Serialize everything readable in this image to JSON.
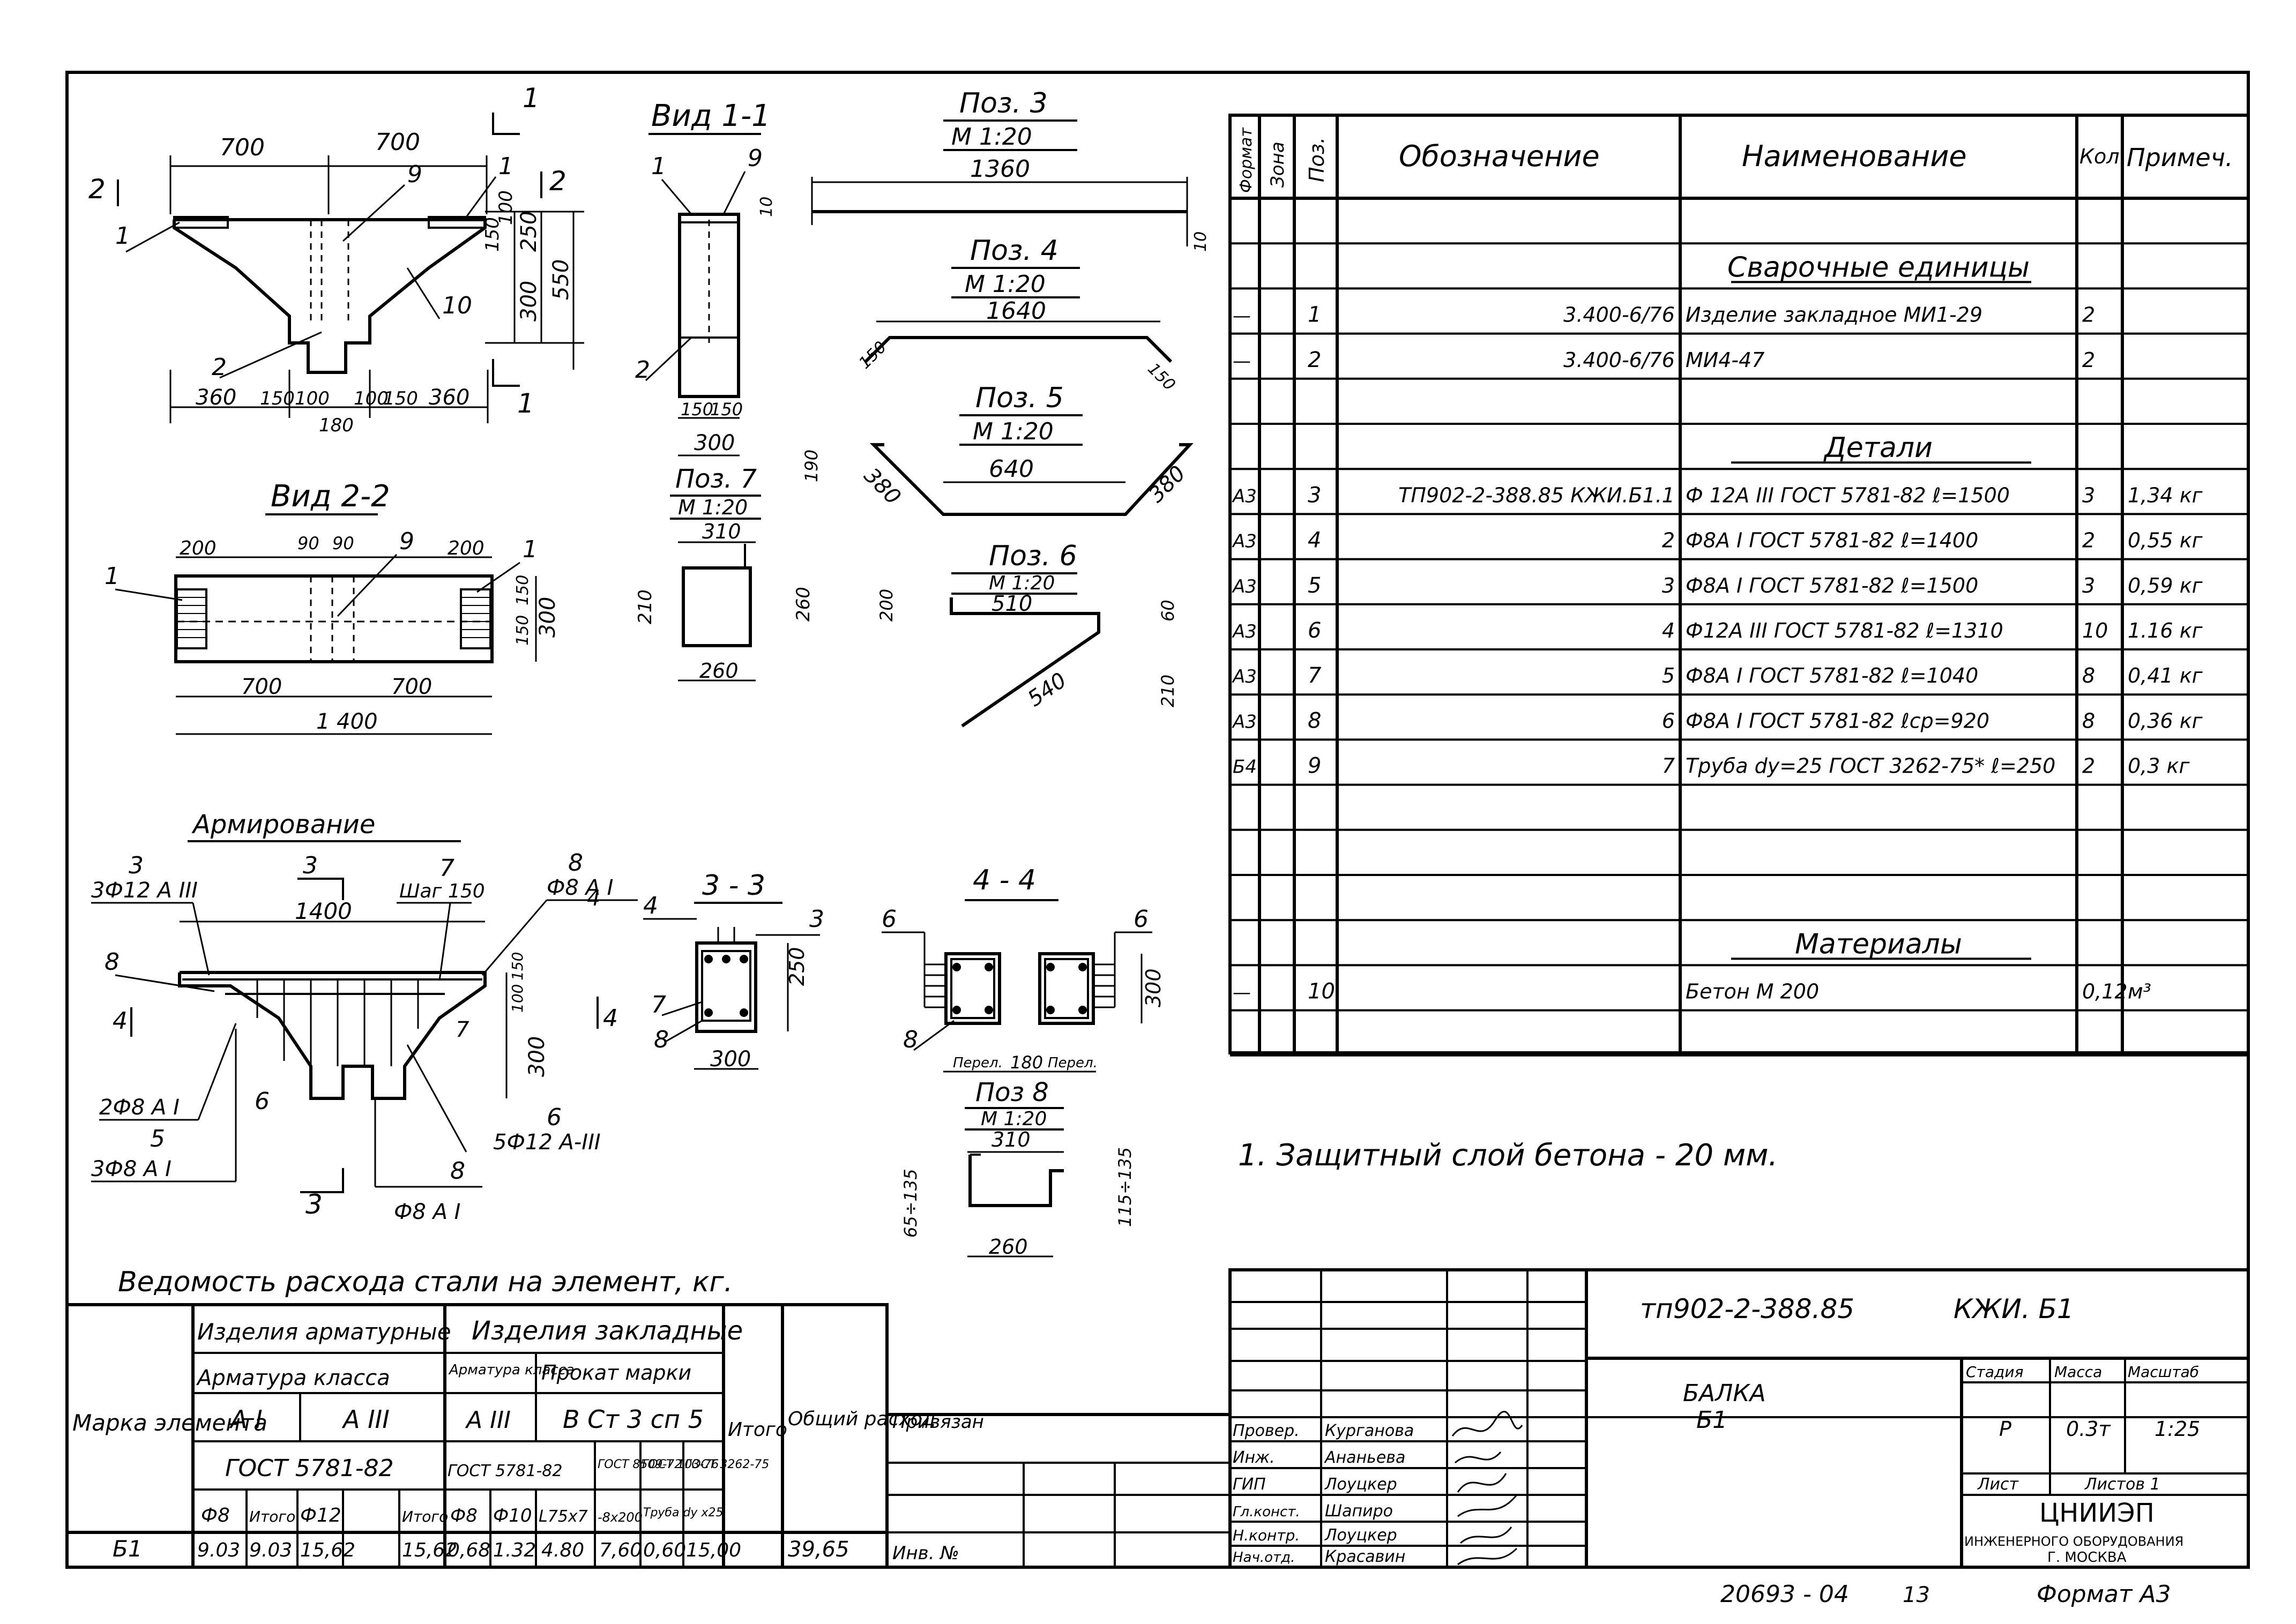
{
  "views": {
    "vid_1_1": "Вид 1-1",
    "vid_2_2": "Вид 2-2",
    "armirovanie": "Армирование",
    "sec_3_3": "3 - 3",
    "sec_4_4": "4 - 4"
  },
  "positions": {
    "poz3": {
      "title": "Поз. 3",
      "scale": "М 1:20",
      "dims": [
        "1360",
        "10",
        "10"
      ]
    },
    "poz4": {
      "title": "Поз. 4",
      "scale": "М 1:20",
      "dims": [
        "1640",
        "150",
        "150"
      ]
    },
    "poz5": {
      "title": "Поз. 5",
      "scale": "М 1:20",
      "dims": [
        "640",
        "380",
        "380",
        "190"
      ]
    },
    "poz6": {
      "title": "Поз. 6",
      "scale": "М 1:20",
      "dims": [
        "510",
        "540",
        "200",
        "60",
        "210"
      ]
    },
    "poz7": {
      "title": "Поз. 7",
      "scale": "М 1:20",
      "dims": [
        "310",
        "210",
        "260",
        "260"
      ]
    },
    "poz8": {
      "title": "Поз 8",
      "scale": "М 1:20",
      "dims": [
        "310",
        "65÷135",
        "115÷135",
        "260"
      ]
    }
  },
  "main_view": {
    "dims_top": [
      "700",
      "700"
    ],
    "dims_right": [
      "150",
      "100",
      "250",
      "300",
      "550"
    ],
    "dims_bottom": [
      "360",
      "150",
      "100",
      "100",
      "150",
      "360",
      "180"
    ],
    "callouts": [
      "1",
      "1",
      "9",
      "10",
      "2",
      "1",
      "1",
      "2",
      "2"
    ]
  },
  "view11": {
    "callouts": [
      "1",
      "9",
      "2"
    ],
    "dims": [
      "10",
      "150",
      "150",
      "300"
    ]
  },
  "view22": {
    "dims": [
      "200",
      "90",
      "90",
      "200",
      "150",
      "150",
      "300",
      "700",
      "700",
      "1 400"
    ],
    "callouts": [
      "1",
      "9",
      "1"
    ]
  },
  "arm": {
    "labels": [
      "3",
      "3Ф12 А III",
      "3",
      "1400",
      "7",
      "Шаг 150",
      "8",
      "Ф8 А I",
      "8",
      "4",
      "2Ф8 А I",
      "5",
      "3Ф8 А I",
      "6",
      "6",
      "5Ф12 А-III",
      "8",
      "Ф8 А I",
      "3",
      "7",
      "4",
      "4"
    ],
    "dims": [
      "150",
      "100",
      "300"
    ]
  },
  "sec33": {
    "labels": [
      "4",
      "3",
      "7",
      "8"
    ],
    "dims": [
      "250",
      "300"
    ]
  },
  "sec44": {
    "labels": [
      "6",
      "6",
      "8"
    ],
    "dims": [
      "300",
      "Перел.",
      "180",
      "Перел."
    ]
  },
  "spec": {
    "headers": [
      "Формат",
      "Зона",
      "Поз.",
      "Обозначение",
      "Наименование",
      "Кол.",
      "Примеч."
    ],
    "rows": [
      {
        "fmt": "",
        "zone": "",
        "pos": "",
        "code": "",
        "name": "",
        "qty": "",
        "note": ""
      },
      {
        "fmt": "",
        "zone": "",
        "pos": "",
        "code": "",
        "name": "Сварочные единицы",
        "qty": "",
        "note": "",
        "section": true
      },
      {
        "fmt": "—",
        "zone": "",
        "pos": "1",
        "code": "3.400-6/76",
        "name": "Изделие закладное МИ1-29",
        "qty": "2",
        "note": ""
      },
      {
        "fmt": "—",
        "zone": "",
        "pos": "2",
        "code": "3.400-6/76",
        "name": "МИ4-47",
        "qty": "2",
        "note": ""
      },
      {
        "fmt": "",
        "zone": "",
        "pos": "",
        "code": "",
        "name": "",
        "qty": "",
        "note": ""
      },
      {
        "fmt": "",
        "zone": "",
        "pos": "",
        "code": "",
        "name": "Детали",
        "qty": "",
        "note": "",
        "section": true
      },
      {
        "fmt": "А3",
        "zone": "",
        "pos": "3",
        "code": "ТП902-2-388.85 КЖИ.Б1.1",
        "name": "Ф 12А III ГОСТ 5781-82 ℓ=1500",
        "qty": "3",
        "note": "1,34 кг"
      },
      {
        "fmt": "А3",
        "zone": "",
        "pos": "4",
        "code": "2",
        "name": "Ф8А I ГОСТ 5781-82 ℓ=1400",
        "qty": "2",
        "note": "0,55 кг"
      },
      {
        "fmt": "А3",
        "zone": "",
        "pos": "5",
        "code": "3",
        "name": "Ф8А I ГОСТ 5781-82 ℓ=1500",
        "qty": "3",
        "note": "0,59 кг"
      },
      {
        "fmt": "А3",
        "zone": "",
        "pos": "6",
        "code": "4",
        "name": "Ф12А III ГОСТ 5781-82 ℓ=1310",
        "qty": "10",
        "note": "1.16 кг"
      },
      {
        "fmt": "А3",
        "zone": "",
        "pos": "7",
        "code": "5",
        "name": "Ф8А I ГОСТ 5781-82 ℓ=1040",
        "qty": "8",
        "note": "0,41 кг"
      },
      {
        "fmt": "А3",
        "zone": "",
        "pos": "8",
        "code": "6",
        "name": "Ф8А I ГОСТ 5781-82 ℓср=920",
        "qty": "8",
        "note": "0,36 кг"
      },
      {
        "fmt": "Б4",
        "zone": "",
        "pos": "9",
        "code": "7",
        "name": "Труба dу=25 ГОСТ 3262-75* ℓ=250",
        "qty": "2",
        "note": "0,3 кг"
      },
      {
        "fmt": "",
        "zone": "",
        "pos": "",
        "code": "",
        "name": "",
        "qty": "",
        "note": ""
      },
      {
        "fmt": "",
        "zone": "",
        "pos": "",
        "code": "",
        "name": "",
        "qty": "",
        "note": ""
      },
      {
        "fmt": "",
        "zone": "",
        "pos": "",
        "code": "",
        "name": "",
        "qty": "",
        "note": ""
      },
      {
        "fmt": "",
        "zone": "",
        "pos": "",
        "code": "",
        "name": "Материалы",
        "qty": "",
        "note": "",
        "section": true
      },
      {
        "fmt": "—",
        "zone": "",
        "pos": "10",
        "code": "",
        "name": "Бетон М 200",
        "qty": "0,12",
        "note": "м³"
      },
      {
        "fmt": "",
        "zone": "",
        "pos": "",
        "code": "",
        "name": "",
        "qty": "",
        "note": ""
      }
    ]
  },
  "note": "1. Защитный слой бетона - 20 мм.",
  "steel": {
    "title": "Ведомость расхода стали на элемент, кг.",
    "h_marka": "Марка элемента",
    "h_arm": "Изделия арматурные",
    "h_arm_class": "Арматура класса",
    "h_zakl": "Изделия закладные",
    "h_zakl_arm": "Арматура класса",
    "h_prokat": "Прокат марки",
    "h_prokat_grade": "В Ст 3 сп 5",
    "h_AI": "А I",
    "h_AIII": "А III",
    "h_gost_arm": "ГОСТ 5781-82",
    "h_zakl_AIII": "А III",
    "h_zakl_gost": "ГОСТ 5781-82",
    "h_gost1": "ГОСТ 8509-72",
    "h_gost2": "ГОСТ 103-76",
    "h_gost3": "ГОСТ 3262-75",
    "h_itogo": "Итого",
    "h_total": "Общий расход",
    "sub": [
      "Ф8",
      "Итого",
      "Ф12",
      "Итого",
      "Ф8",
      "Ф10",
      "L75х7",
      "-8х200",
      "Труба dу х25"
    ],
    "row": {
      "marka": "Б1",
      "vals": [
        "9.03",
        "9.03",
        "15,62",
        "15,62",
        "0,68",
        "1.32",
        "4.80",
        "7,60",
        "0,60"
      ],
      "itogo": "15,00",
      "total": "39,65"
    }
  },
  "stamp": {
    "code": "тп902-2-388.85",
    "doc": "КЖИ. Б1",
    "title1": "БАЛКА",
    "title2": "Б1",
    "stage_h": "Стадия",
    "mass_h": "Масса",
    "scale_h": "Масштаб",
    "stage": "Р",
    "mass": "0.3т",
    "scale": "1:25",
    "sheet": "Лист",
    "sheets": "Листов 1",
    "org1": "ЦНИИЭП",
    "org2": "ИНЖЕНЕРНОГО ОБОРУДОВАНИЯ",
    "org3": "Г. МОСКВА",
    "privyazan": "Привязан",
    "inv": "Инв. №",
    "roles": [
      "Провер.",
      "Инж.",
      "ГИП",
      "Гл.конст.",
      "Н.контр.",
      "Нач.отд."
    ],
    "names": [
      "Курганова",
      "Ананьева",
      "Лоуцкер",
      "Шапиро",
      "Лоуцкер",
      "Красавин"
    ]
  },
  "footer": {
    "num": "20693 - 04",
    "page": "13",
    "format": "Формат А3"
  }
}
